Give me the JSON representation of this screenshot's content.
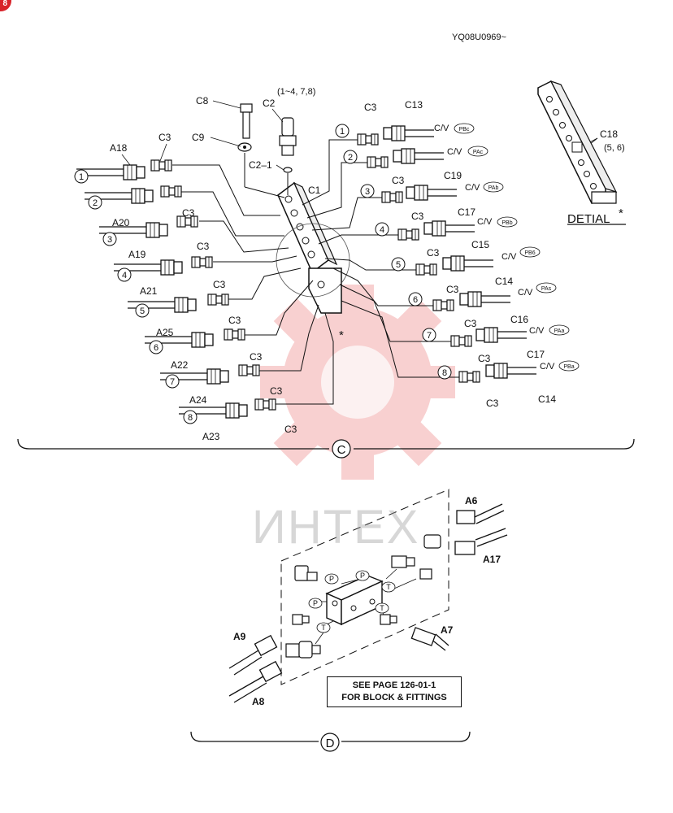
{
  "header": {
    "drawing_code": "YQ08U0969~",
    "page_badge": "8"
  },
  "watermark": {
    "text": "ИНТЕХ"
  },
  "section_c": {
    "view_label": "C",
    "detail_label": "DETIAL",
    "detail_star": "*",
    "center_star": "*",
    "c2_note": "(1~4, 7,8)",
    "c18_note": "(5, 6)",
    "part_labels": [
      "C8",
      "C2",
      "C9",
      "C2–1",
      "C1",
      "C3",
      "C13",
      "A18",
      "A20",
      "A19",
      "A21",
      "A25",
      "A22",
      "A24",
      "A23",
      "C19",
      "C17",
      "C15",
      "C14",
      "C16",
      "C18"
    ],
    "port_numbers": [
      "1",
      "2",
      "3",
      "4",
      "5",
      "6",
      "7",
      "8"
    ],
    "cv_label": "C/V",
    "cv_ports": [
      "PBc",
      "PAc",
      "PAb",
      "PBb",
      "PB6",
      "PAs",
      "PAa",
      "PBa"
    ]
  },
  "section_d": {
    "view_label": "D",
    "part_labels": [
      "A6",
      "A17",
      "A7",
      "A9",
      "A8"
    ],
    "port_tags": [
      "P",
      "T"
    ],
    "note_line1": "SEE PAGE 126-01-1",
    "note_line2": "FOR BLOCK & FITTINGS"
  }
}
